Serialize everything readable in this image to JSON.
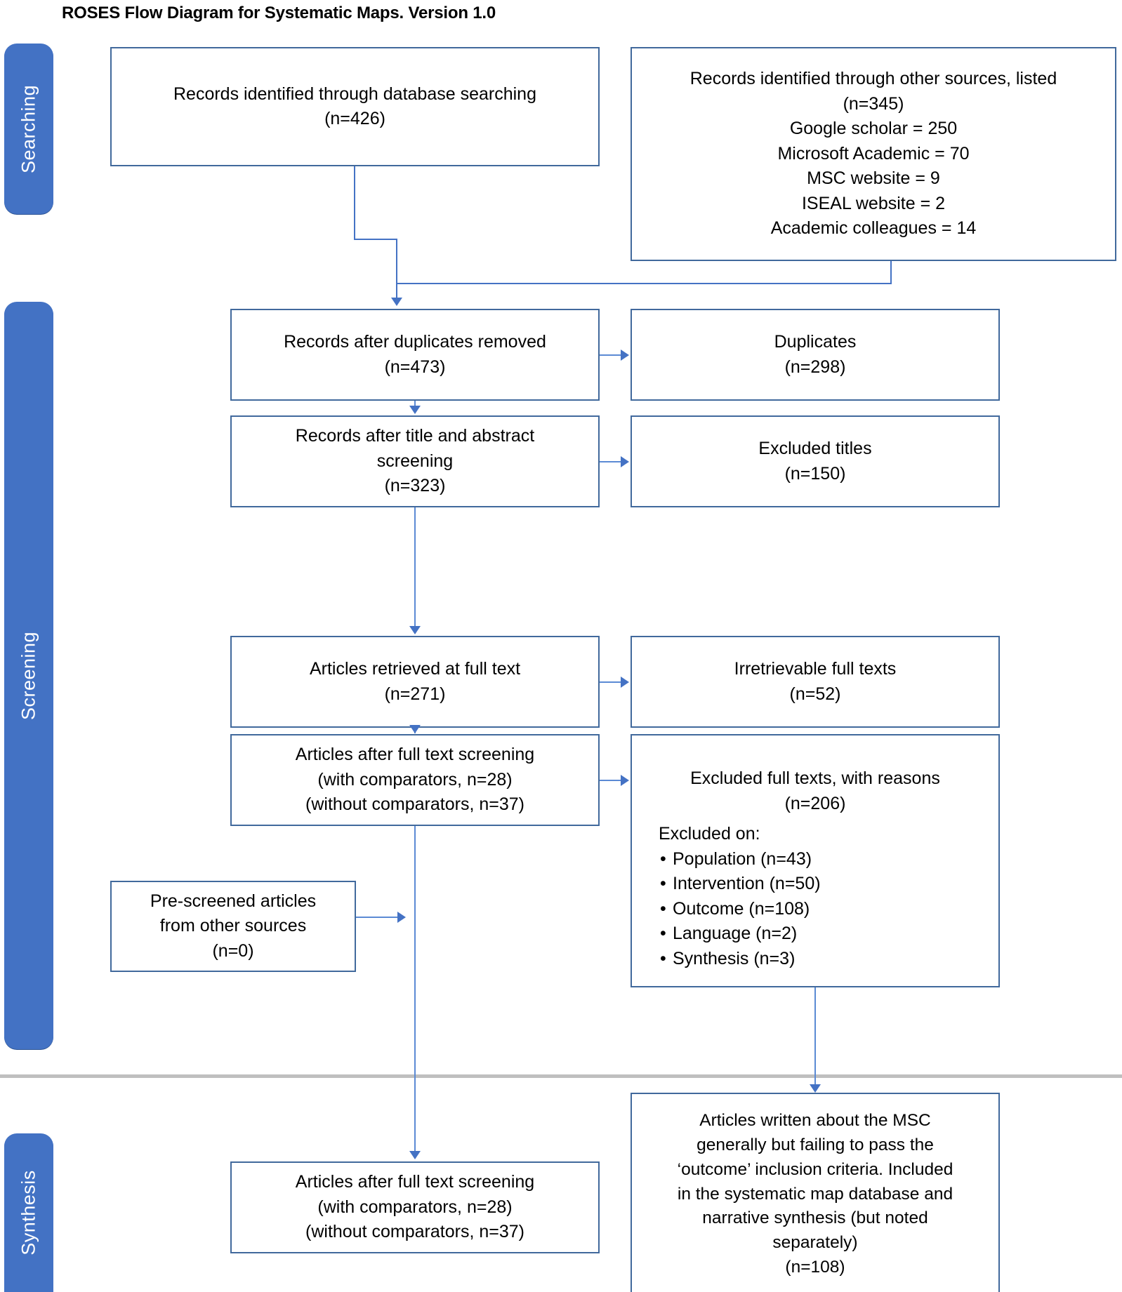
{
  "title": "ROSES Flow Diagram for Systematic Maps. Version 1.0",
  "stages": [
    {
      "label": "Searching"
    },
    {
      "label": "Screening"
    },
    {
      "label": "Synthesis"
    }
  ],
  "boxes": {
    "database_searching": {
      "lines": [
        "Records identified through database searching",
        "(n=426)"
      ]
    },
    "other_sources": {
      "lines": [
        "Records identified through other sources, listed",
        "(n=345)",
        "Google scholar = 250",
        "Microsoft Academic = 70",
        "MSC website = 9",
        "ISEAL website = 2",
        "Academic colleagues = 14"
      ]
    },
    "duplicates_removed": {
      "lines": [
        "Records after duplicates removed",
        "(n=473)"
      ]
    },
    "duplicates": {
      "lines": [
        "Duplicates",
        "(n=298)"
      ]
    },
    "title_abstract_screening": {
      "lines": [
        "Records after title and abstract",
        "screening",
        "(n=323)"
      ]
    },
    "excluded_titles": {
      "lines": [
        "Excluded titles",
        "(n=150)"
      ]
    },
    "retrieved_full_text": {
      "lines": [
        "Articles retrieved at full text",
        "(n=271)"
      ]
    },
    "irretrievable_full_texts": {
      "lines": [
        "Irretrievable full texts",
        "(n=52)"
      ]
    },
    "after_full_text_screening": {
      "lines": [
        "Articles after full text screening",
        "(with comparators, n=28)",
        "(without comparators, n=37)"
      ]
    },
    "excluded_full_texts": {
      "head": [
        "Excluded full texts, with reasons",
        "(n=206)"
      ],
      "excluded_on_label": "Excluded on:",
      "reasons": [
        "Population (n=43)",
        "Intervention (n=50)",
        "Outcome (n=108)",
        "Language (n=2)",
        "Synthesis (n=3)"
      ]
    },
    "pre_screened": {
      "lines": [
        "Pre-screened articles",
        "from other sources",
        "(n=0)"
      ]
    },
    "synthesis_articles": {
      "lines": [
        "Articles after full text screening",
        "(with comparators, n=28)",
        "(without comparators, n=37)"
      ]
    },
    "msc_general_articles": {
      "lines": [
        "Articles written about the MSC",
        "generally but failing to pass the",
        "‘outcome’ inclusion criteria. Included",
        "in the systematic map database and",
        "narrative synthesis  (but noted",
        "separately)",
        "(n=108)"
      ]
    }
  },
  "colors": {
    "stage_tab": "#4372C4",
    "box_border": "#41699C",
    "connector": "#4472C4",
    "divider": "#BFBFBF",
    "background": "#FFFFFF",
    "text": "#000000",
    "stage_label_text": "#FFFFFF"
  }
}
